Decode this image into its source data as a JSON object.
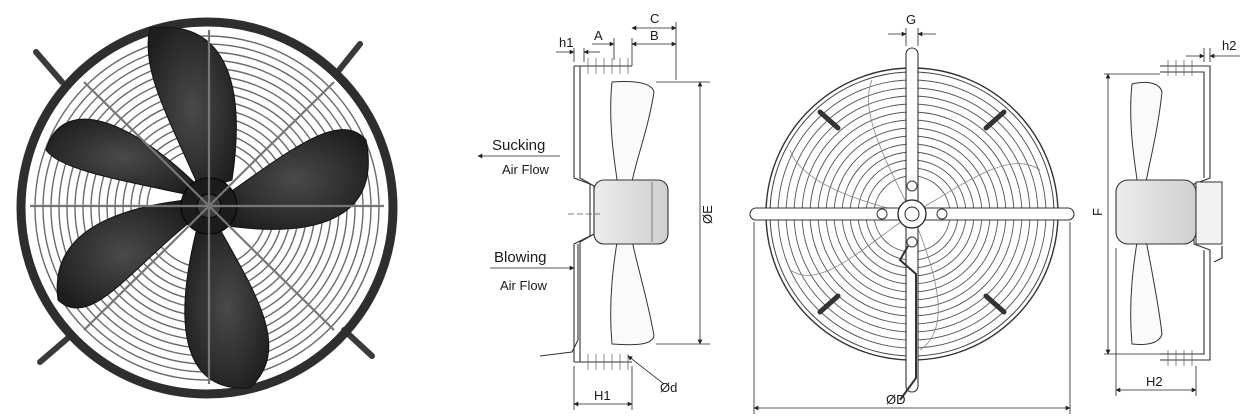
{
  "photo": {
    "caption": ""
  },
  "side_view": {
    "labels": {
      "h1": "h1",
      "A": "A",
      "B": "B",
      "C": "C",
      "E": "ØE",
      "d": "Ød",
      "H1": "H1"
    },
    "airflow": {
      "sucking": "Sucking",
      "blowing": "Blowing",
      "air_flow": "Air Flow"
    }
  },
  "front_view": {
    "labels": {
      "G": "G",
      "D": "ØD"
    }
  },
  "right_view": {
    "labels": {
      "h2": "h2",
      "F": "F",
      "H2": "H2"
    }
  },
  "colors": {
    "ink": "#222222",
    "fan_dark": "#2a2a2a",
    "grille": "#555555"
  }
}
